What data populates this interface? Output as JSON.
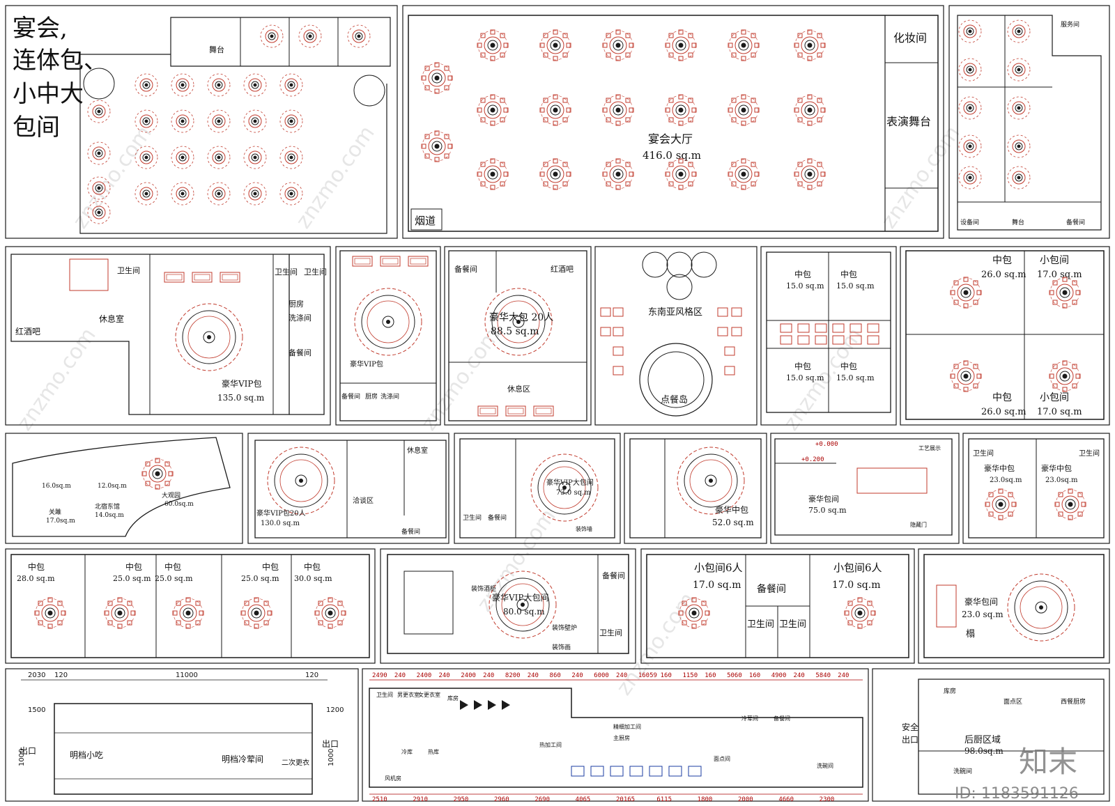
{
  "colors": {
    "line": "#1a1a1a",
    "furniture": "#c0392b",
    "watermark": "#b9b9b9",
    "paper": "#ffffff"
  },
  "heading": [
    "宴会,",
    "连体包、",
    "小中大",
    "包间"
  ],
  "watermark": "znzmo.com",
  "logo": "知末",
  "id_text": "ID: 1183591126",
  "panels": {
    "p1": {
      "stage": "舞台"
    },
    "p2": {
      "hall": "宴会大厅",
      "area": "416.0 sq.m",
      "makeup": "化妆间",
      "stage": "表演舞台",
      "flue": "烟道"
    },
    "p3": {
      "service": "服务间",
      "stage": "舞台",
      "prep": "备餐间",
      "equip": "设备间"
    },
    "p4": {
      "wine": "红酒吧",
      "rest": "休息室",
      "wc1": "卫生间",
      "wc2": "卫生间",
      "wc3": "卫生间",
      "kitchen": "厨房",
      "wash": "洗涤间",
      "prep": "备餐间",
      "vip": "豪华VIP包",
      "area": "135.0 sq.m"
    },
    "p5": {
      "vip": "豪华VIP包",
      "prep": "备餐间",
      "kitchen": "厨房",
      "wash": "洗涤间"
    },
    "p6": {
      "prep": "备餐间",
      "wine": "红酒吧",
      "big": "豪华大包 20人",
      "area": "88.5 sq.m",
      "rest": "休息区"
    },
    "p7": {
      "sea": "东南亚风格区",
      "island": "点餐岛"
    },
    "p8": {
      "r1": "中包",
      "a1": "15.0 sq.m",
      "r2": "中包",
      "a2": "15.0 sq.m",
      "r3": "中包",
      "a3": "15.0 sq.m",
      "r4": "中包",
      "a4": "15.0 sq.m"
    },
    "p9": {
      "r1": "中包",
      "a1": "26.0 sq.m",
      "r2": "小包间",
      "a2": "17.0 sq.m",
      "r3": "中包",
      "a3": "26.0 sq.m",
      "r4": "小包间",
      "a4": "17.0 sq.m"
    },
    "p10": {
      "a1": "16.0sq.m",
      "a2": "12.0sq.m",
      "view": "大观园",
      "a3": "60.0sq.m",
      "r4": "关雎",
      "a4": "17.0sq.m",
      "r5": "北宿东馆",
      "a5": "14.0sq.m"
    },
    "p11": {
      "vip": "豪华VIP包20人",
      "area": "130.0 sq.m",
      "talk": "洽谈区",
      "rest": "休息室",
      "prep": "备餐间"
    },
    "p12": {
      "vip": "豪华VIP大包间",
      "area": "73.0 sq.m",
      "wc": "卫生间",
      "prep": "备餐间",
      "deco": "装饰墙"
    },
    "p13": {
      "mid": "豪华中包",
      "area": "52.0 sq.m"
    },
    "p14": {
      "lux": "豪华包间",
      "area": "75.0 sq.m",
      "craft": "工艺展示",
      "hidden": "隐藏门",
      "elev1": "+0.000",
      "elev2": "+0.200"
    },
    "p15": {
      "wc1": "卫生间",
      "wc2": "卫生间",
      "r1": "豪华中包",
      "a1": "23.0sq.m",
      "r2": "豪华中包",
      "a2": "23.0sq.m"
    },
    "p16": {
      "r1": "中包",
      "a1": "28.0 sq.m",
      "r2": "中包",
      "a2": "25.0 sq.m",
      "r3": "中包",
      "a3": "25.0 sq.m",
      "r4": "中包",
      "a4": "25.0 sq.m",
      "r5": "中包",
      "a5": "30.0 sq.m"
    },
    "p17": {
      "wine": "装饰酒柜",
      "vip": "豪华VIP大包间",
      "area": "80.0 sq.m",
      "prep": "备餐间",
      "wc": "卫生间",
      "deco": "装饰画",
      "fire": "装饰壁炉"
    },
    "p18": {
      "r1": "小包间6人",
      "a1": "17.0 sq.m",
      "r2": "小包间6人",
      "a2": "17.0 sq.m",
      "prep": "备餐间",
      "wc1": "卫生间",
      "wc2": "卫生间"
    },
    "p19": {
      "lux": "豪华包间",
      "area": "23.0 sq.m",
      "couch": "榻"
    },
    "p20": {
      "total": "11000",
      "d1": "2030",
      "d2": "120",
      "d3": "120",
      "d4": "1500",
      "d5": "1200",
      "d6": "1000",
      "d7": "1000",
      "exit1": "出口",
      "exit2": "出口",
      "snack": "明档小吃",
      "cold": "明档冷荤间",
      "change": "二次更衣"
    },
    "p21": {
      "top": [
        "2490",
        "240",
        "2400",
        "240",
        "2400",
        "240",
        "8200",
        "240",
        "860",
        "240",
        "6000",
        "240",
        "16059",
        "160",
        "1150",
        "160",
        "5060",
        "160",
        "4900",
        "240",
        "5840",
        "240"
      ],
      "bottom": [
        "2510",
        "2910",
        "2950",
        "2960",
        "2690",
        "4065",
        "20165",
        "6115",
        "1800",
        "2000",
        "4660",
        "2300"
      ],
      "wc": "卫生间",
      "ch1": "男更衣室",
      "ch2": "女更衣室",
      "store": "库房",
      "cold": "冷库",
      "heat": "热库",
      "cook": "热加工间",
      "noodle": "面点间",
      "main": "主厨房",
      "fine": "精细加工间",
      "coldroom": "冷荤间",
      "prepr": "备餐间",
      "wash": "洗碗间",
      "fan": "风机房"
    },
    "p22": {
      "store": "库房",
      "pastry": "面点区",
      "west": "西餐厨房",
      "back": "后厨区域",
      "area": "98.0sq.m",
      "safe1": "安全",
      "safe2": "出口",
      "wash": "洗碗间"
    }
  }
}
